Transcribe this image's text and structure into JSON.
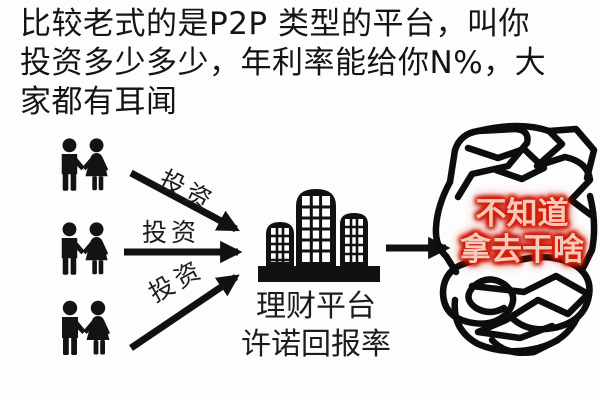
{
  "caption": {
    "lines": [
      "比较老式的是P2P 类型的平台，叫你",
      "投资多少多少，年利率能给你N%，大",
      "家都有耳闻"
    ]
  },
  "flow": {
    "investor_groups": [
      {
        "icon": "couple-icon"
      },
      {
        "icon": "couple-icon"
      },
      {
        "icon": "couple-icon"
      }
    ],
    "arrows": [
      {
        "label": "投资"
      },
      {
        "label": "投资"
      },
      {
        "label": "投资"
      }
    ]
  },
  "platform": {
    "icon": "office-buildings-icon",
    "name": "理财平台",
    "promise": "许诺回报率"
  },
  "outcome": {
    "icon": "scribble-tangle-icon",
    "lines": [
      "不知道",
      "拿去干啥"
    ]
  },
  "icons": {
    "investors": "couple-pictogram-icon",
    "platform": "office-buildings-icon",
    "flow": "black-arrow-icon",
    "outcome": "scribble-tangle-icon"
  },
  "colors": {
    "background": "#fdfdfd",
    "ink": "#141414",
    "accent_red": "#d71f0c",
    "outcome_text_fill": "#f7c9ba"
  }
}
